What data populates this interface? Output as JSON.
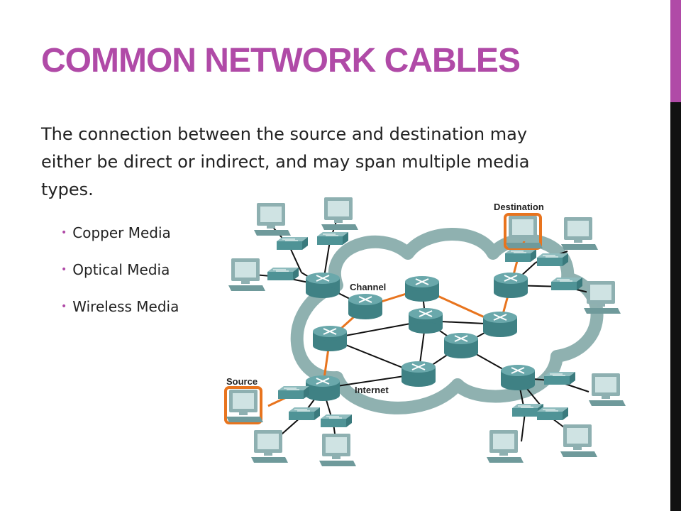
{
  "slide": {
    "title": "COMMON NETWORK CABLES",
    "intro": "The connection between the source and destination may either be direct or indirect, and may span multiple media types.",
    "bullets": [
      "Copper Media",
      "Optical Media",
      "Wireless Media"
    ]
  },
  "diagram": {
    "labels": {
      "destination": "Destination",
      "channel": "Channel",
      "source": "Source",
      "internet": "Internet"
    }
  },
  "colors": {
    "title": "#b04aa7",
    "accent_bar": "#b04aa7",
    "cloud": "#7fa9a8",
    "router": "#4f9396",
    "path_highlight": "#e8741e",
    "link": "#111111"
  },
  "icons": {
    "router": "router-icon",
    "switch": "switch-icon",
    "computer": "computer-icon"
  }
}
